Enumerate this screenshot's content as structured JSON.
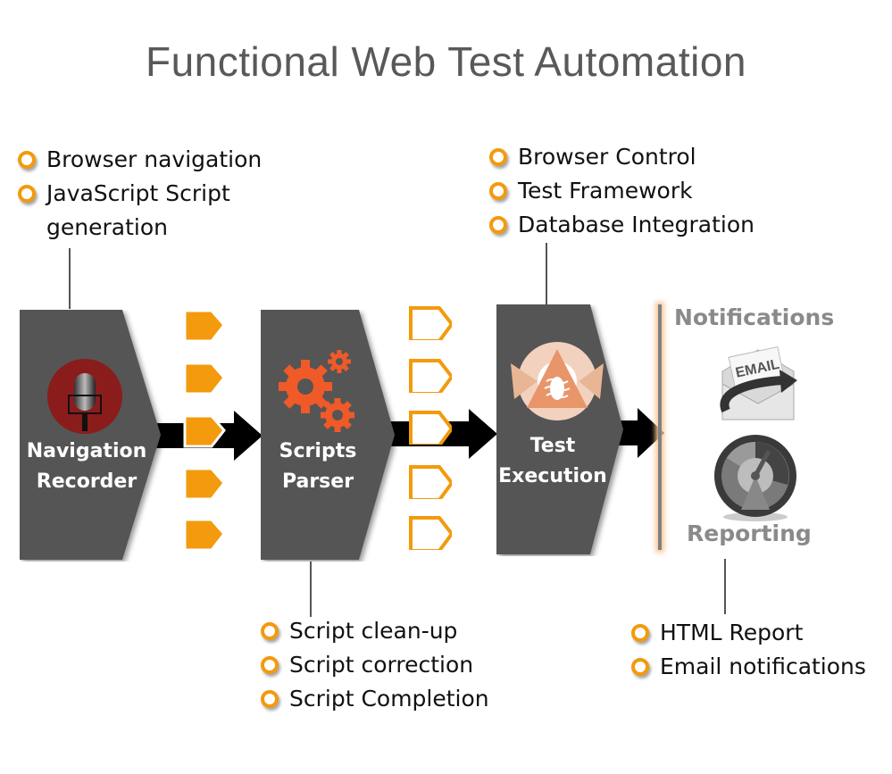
{
  "title": "Functional Web Test Automation",
  "colors": {
    "accent": "#f39a0d",
    "stage_fill": "#555555",
    "gear": "#f05a28",
    "mic_bg": "#8b1c1c",
    "bug": "#e8956a",
    "heading_gray": "#8a8a8a"
  },
  "stages": [
    {
      "label_line1": "Navigation",
      "label_line2": "Recorder",
      "icon": "microphone-icon"
    },
    {
      "label_line1": "Scripts",
      "label_line2": "Parser",
      "icon": "gears-icon"
    },
    {
      "label_line1": "Test",
      "label_line2": "Execution",
      "icon": "bug-cycle-icon"
    }
  ],
  "outputs": {
    "notifications": {
      "heading": "Notifications",
      "icon": "email-icon",
      "icon_text": "EMAIL"
    },
    "reporting": {
      "heading": "Reporting",
      "icon": "gauge-icon"
    }
  },
  "notes": {
    "recorder": [
      "Browser navigation",
      "JavaScript Script generation"
    ],
    "parser": [
      "Script clean-up",
      "Script correction",
      "Script Completion"
    ],
    "execution": [
      "Browser Control",
      "Test Framework",
      "Database Integration"
    ],
    "reporting": [
      "HTML Report",
      "Email notifications"
    ]
  }
}
